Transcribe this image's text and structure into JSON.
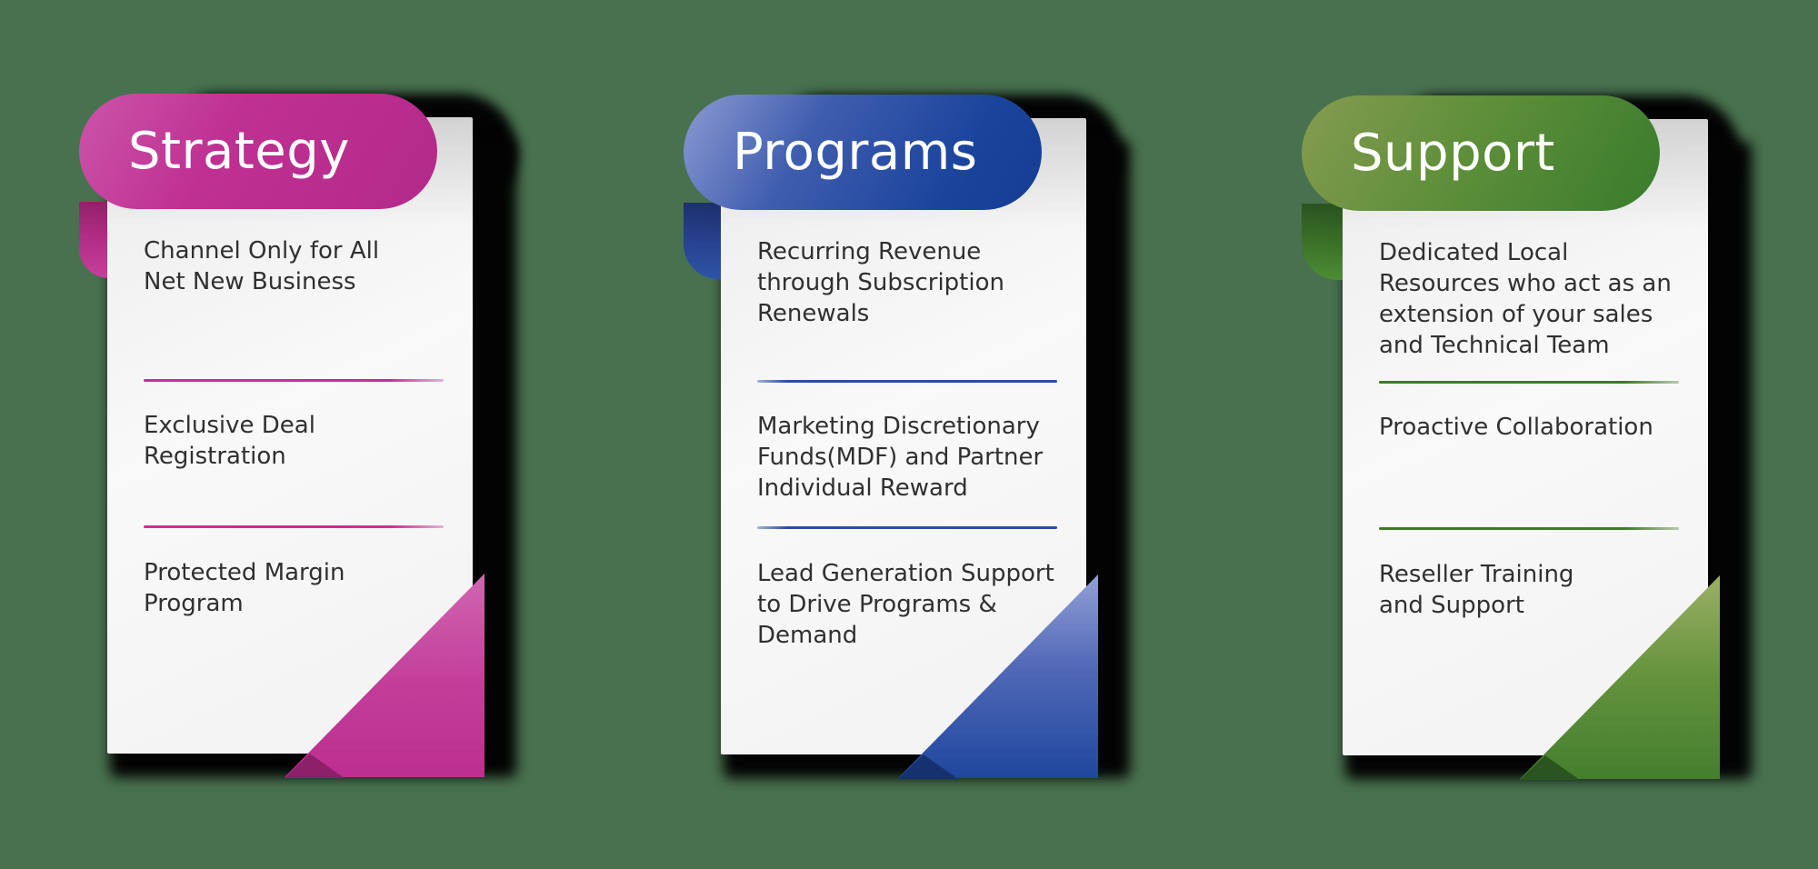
{
  "background_color": "#48714f",
  "cards": [
    {
      "title": "Strategy",
      "accent_color": "#bf2e91",
      "items": [
        "Channel Only for All\nNet New Business",
        "Exclusive Deal\nRegistration",
        "Protected Margin\nProgram"
      ]
    },
    {
      "title": "Programs",
      "accent_color": "#1c439b",
      "items": [
        "Recurring Revenue\nthrough Subscription\nRenewals",
        "Marketing Discretionary\nFunds(MDF) and Partner\nIndividual Reward",
        "Lead Generation Support\nto Drive Programs &\nDemand"
      ]
    },
    {
      "title": "Support",
      "accent_color": "#45812f",
      "items": [
        "Dedicated Local\nResources who act as an\nextension of your sales\nand Technical Team",
        "Proactive Collaboration",
        "Reseller Training\nand Support"
      ]
    }
  ]
}
